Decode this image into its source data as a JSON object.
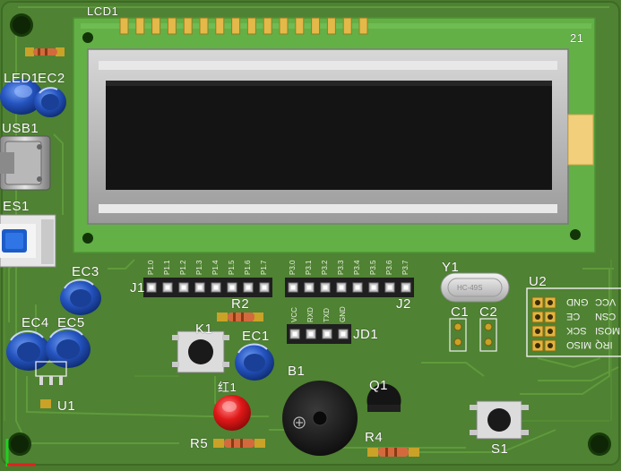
{
  "labels": {
    "lcd": "LCD1",
    "led": "LED1",
    "ec2": "EC2",
    "usb": "USB1",
    "es": "ES1",
    "ec3": "EC3",
    "ec4": "EC4",
    "ec5": "EC5",
    "u1": "U1",
    "j1": "J1",
    "j2": "J2",
    "jd1": "JD1",
    "r2": "R2",
    "k1": "K1",
    "ec1": "EC1",
    "red1": "红1",
    "r5": "R5",
    "b1": "B1",
    "q1": "Q1",
    "r4": "R4",
    "s1": "S1",
    "y1": "Y1",
    "c1": "C1",
    "c2": "C2",
    "u2": "U2",
    "pin_21": "21",
    "crystal": "HC-49S"
  },
  "j1_pins": [
    "P1.0",
    "P1.1",
    "P1.2",
    "P1.3",
    "P1.4",
    "P1.5",
    "P1.6",
    "P1.7"
  ],
  "j2_pins": [
    "P3.0",
    "P3.1",
    "P3.2",
    "P3.3",
    "P3.4",
    "P3.5",
    "P3.6",
    "P3.7"
  ],
  "jd1_pins": [
    "VCC",
    "RXD",
    "TXD",
    "GND"
  ],
  "u2_pins": [
    [
      "GND",
      "VCC"
    ],
    [
      "CE",
      "CSN"
    ],
    [
      "SCK",
      "MOSI"
    ],
    [
      "MISO",
      "IRQ"
    ]
  ],
  "colors": {
    "board": "#4a7a2e",
    "lcd_pcb": "#63b046",
    "lcd_screen": "#141414",
    "header": "#222222",
    "capacitor": "#1e4fb0",
    "led_red": "#e01818"
  }
}
